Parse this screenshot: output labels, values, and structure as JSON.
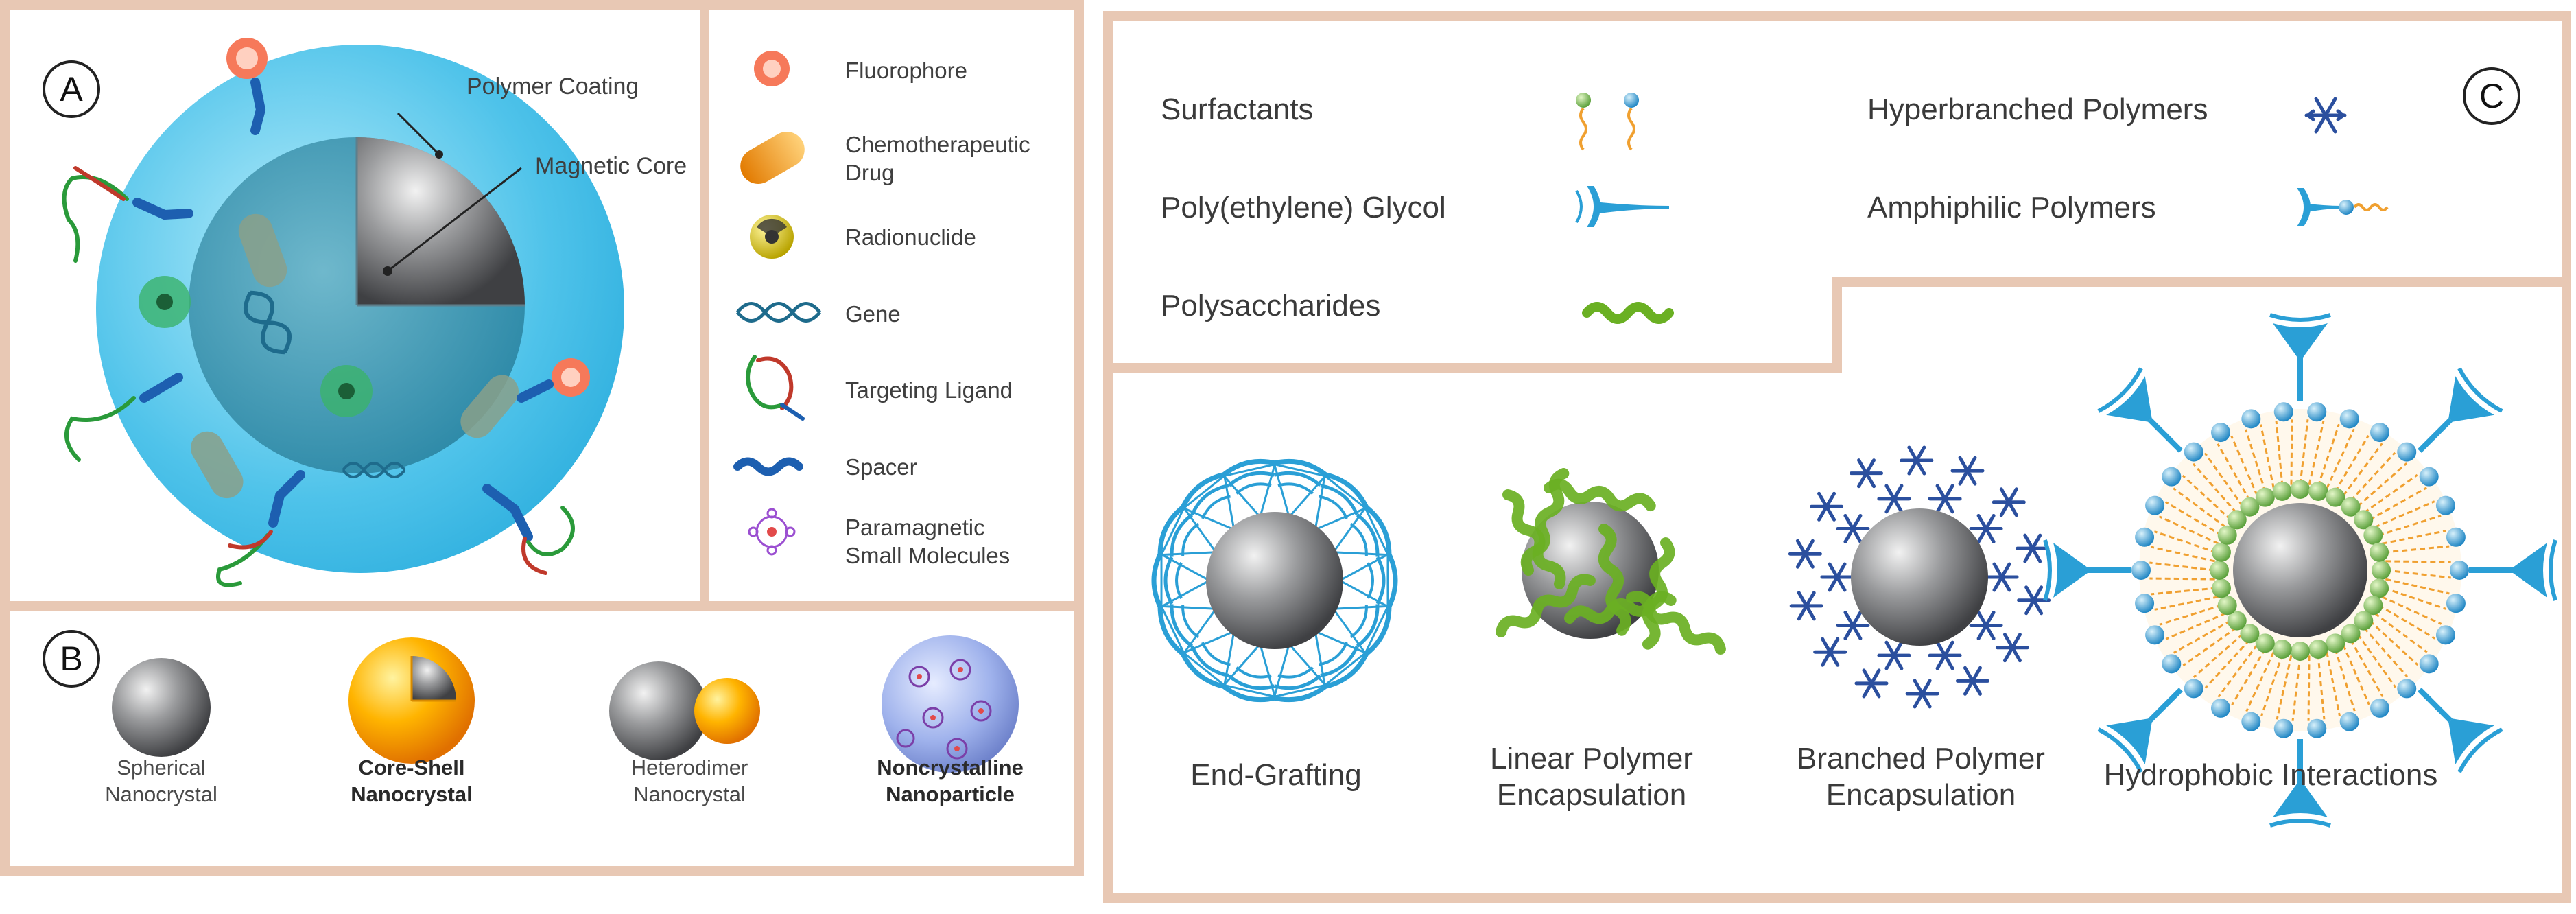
{
  "panel_a": {
    "letter": "A",
    "polymer_coating": "Polymer Coating",
    "magnetic_core": "Magnetic Core"
  },
  "legend": [
    {
      "icon": "fluorophore-icon",
      "label": "Fluorophore"
    },
    {
      "icon": "drug-capsule-icon",
      "label": "Chemotherapeutic\nDrug"
    },
    {
      "icon": "radionuclide-icon",
      "label": "Radionuclide"
    },
    {
      "icon": "gene-icon",
      "label": "Gene"
    },
    {
      "icon": "targeting-ligand-icon",
      "label": "Targeting Ligand"
    },
    {
      "icon": "spacer-icon",
      "label": "Spacer"
    },
    {
      "icon": "paramagnetic-molecule-icon",
      "label": "Paramagnetic\nSmall Molecules"
    }
  ],
  "panel_b": {
    "letter": "B",
    "items": [
      {
        "label": "Spherical\nNanocrystal",
        "bold": false
      },
      {
        "label": "Core-Shell\nNanocrystal",
        "bold": true
      },
      {
        "label": "Heterodimer\nNanocrystal",
        "bold": false
      },
      {
        "label": "Noncrystalline\nNanoparticle",
        "bold": true
      }
    ]
  },
  "panel_c": {
    "letter": "C",
    "materials": {
      "surfactants": "Surfactants",
      "peg": "Poly(ethylene) Glycol",
      "polysaccharides": "Polysaccharides",
      "hyperbranched": "Hyperbranched Polymers",
      "amphiphilic": "Amphiphilic Polymers"
    },
    "strategies": [
      {
        "label": "End-Grafting"
      },
      {
        "label": "Linear Polymer\nEncapsulation"
      },
      {
        "label": "Branched Polymer\nEncapsulation"
      },
      {
        "label": "Hydrophobic Interactions"
      }
    ]
  },
  "colors": {
    "frame": "#e8c8b4",
    "shell_blue": "#5ec6e6",
    "peg_blue": "#2a9fd6",
    "core_gray": "#8f9092",
    "orange": "#f5a623",
    "green": "#6ab023",
    "snowflake": "#2b4f9e"
  }
}
